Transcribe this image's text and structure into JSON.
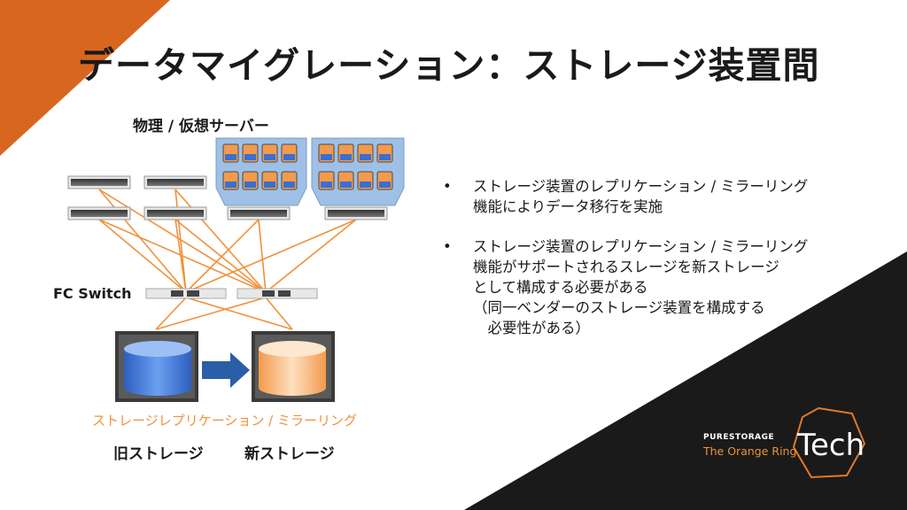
{
  "slide": {
    "title": "データマイグレーション：ストレージ装置間",
    "accent_color": "#d9661f",
    "dark_color": "#1a1a1a"
  },
  "diagram": {
    "servers_label": "物理 / 仮想サーバー",
    "fc_switch_label": "FC Switch",
    "replication_label": "ストレージレプリケーション / ミラーリング",
    "old_storage_label": "旧ストレージ",
    "new_storage_label": "新ストレージ",
    "link_color": "#f0913a",
    "old_storage_color": "#3b6fd1",
    "new_storage_color": "#f7b06a",
    "arrow_color": "#2a5ea6",
    "icons": [
      "rack-server-icon",
      "blade-chassis-icon",
      "fc-switch-icon",
      "storage-array-icon",
      "replication-arrow-icon"
    ]
  },
  "bullets": [
    {
      "symbol": "•",
      "lines": [
        "ストレージ装置のレプリケーション / ミラーリング",
        "機能によりデータ移行を実施"
      ]
    },
    {
      "symbol": "•",
      "lines": [
        "ストレージ装置のレプリケーション / ミラーリング",
        "機能がサポートされるスレージを新ストレージ",
        "として構成する必要がある",
        "（同一ベンダーのストレージ装置を構成する",
        "　必要性がある）"
      ]
    }
  ],
  "logo": {
    "brand": "PURESTORAGE",
    "subtitle": "The Orange Ring",
    "tech": "Tech"
  }
}
